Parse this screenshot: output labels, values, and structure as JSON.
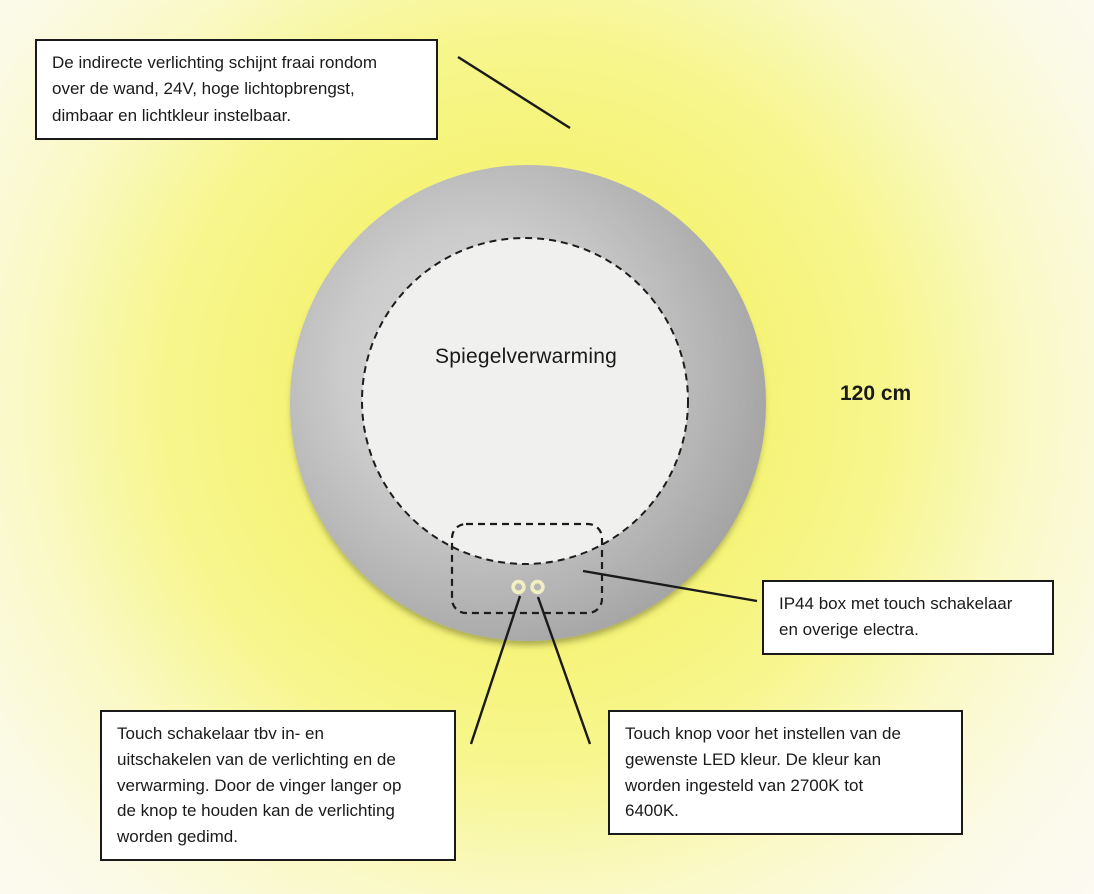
{
  "diagram": {
    "mirror": {
      "heating_label": "Spiegelverwarming",
      "touch_buttons": [
        {
          "name": "touch-button-power-dim"
        },
        {
          "name": "touch-button-led-color"
        }
      ]
    },
    "dimension_label": "120 cm",
    "callouts": {
      "indirect_lighting": "De indirecte verlichting schijnt fraai rondom\nover de wand, 24V, hoge lichtopbrengst,\ndimbaar en lichtkleur instelbaar.",
      "ip44_box": "IP44 box met touch schakelaar\nen overige electra.",
      "touch_switch": "Touch schakelaar tbv in- en\nuitschakelen van de verlichting en de\nverwarming. Door de vinger langer op\nde knop te houden kan de verlichting\nworden gedimd.",
      "touch_color": "Touch knop voor het instellen van de\ngewenste LED kleur. De kleur kan\nworden ingesteld van 2700K tot\n6400K."
    },
    "colors": {
      "glow_yellow": "#f5f476",
      "mirror_light": "#dadada",
      "mirror_dark": "#8c8c8c",
      "heating_fill": "#f0f0ef",
      "button_ring": "#f2f0c2",
      "line_black": "#1a1a1a"
    }
  }
}
